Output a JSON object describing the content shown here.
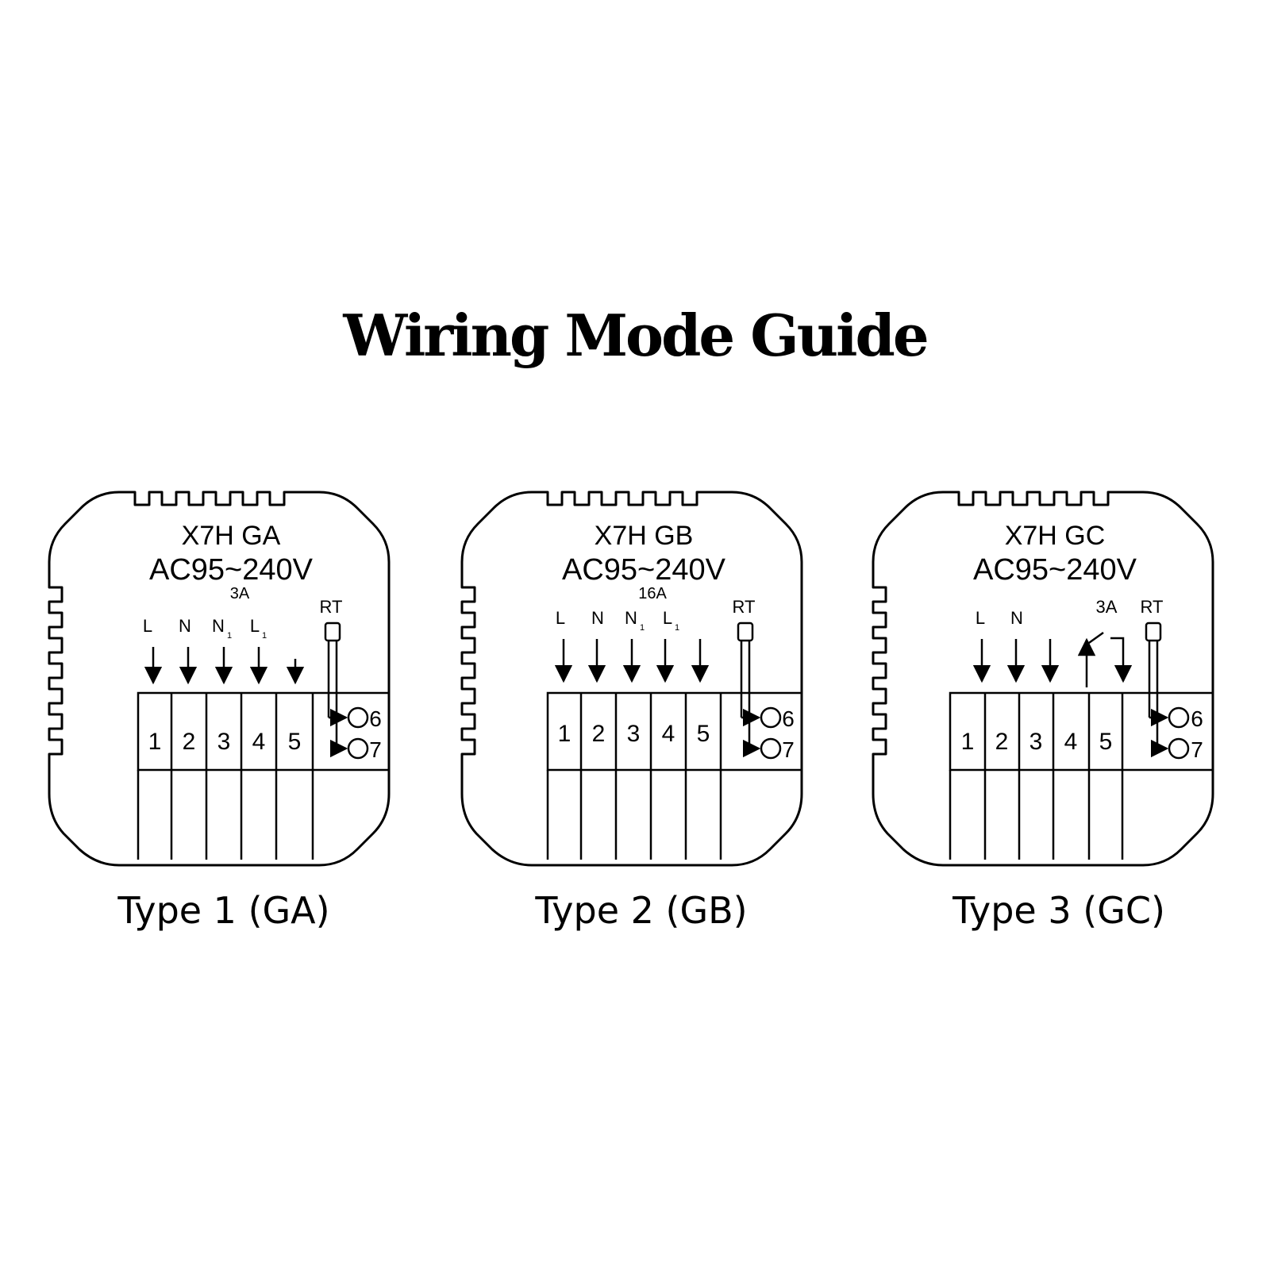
{
  "title": "Wiring Mode Guide",
  "diagrams": [
    {
      "model": "X7H GA",
      "voltage": "AC95~240V",
      "rating": "3A",
      "labels": [
        "L",
        "N",
        "N",
        "L"
      ],
      "subs": [
        "1",
        "1"
      ],
      "terminals": [
        "1",
        "2",
        "3",
        "4",
        "5"
      ],
      "sensor": "RT",
      "sensor_pins": [
        "6",
        "7"
      ],
      "caption": "Type 1 (GA)"
    },
    {
      "model": "X7H GB",
      "voltage": "AC95~240V",
      "rating": "16A",
      "labels": [
        "L",
        "N",
        "N",
        "L"
      ],
      "subs": [
        "1",
        "1"
      ],
      "terminals": [
        "1",
        "2",
        "3",
        "4",
        "5"
      ],
      "sensor": "RT",
      "sensor_pins": [
        "6",
        "7"
      ],
      "caption": "Type 2 (GB)"
    },
    {
      "model": "X7H GC",
      "voltage": "AC95~240V",
      "rating": "3A",
      "labels": [
        "L",
        "N"
      ],
      "terminals": [
        "1",
        "2",
        "3",
        "4",
        "5"
      ],
      "sensor": "RT",
      "sensor_pins": [
        "6",
        "7"
      ],
      "caption": "Type 3 (GC)"
    }
  ]
}
